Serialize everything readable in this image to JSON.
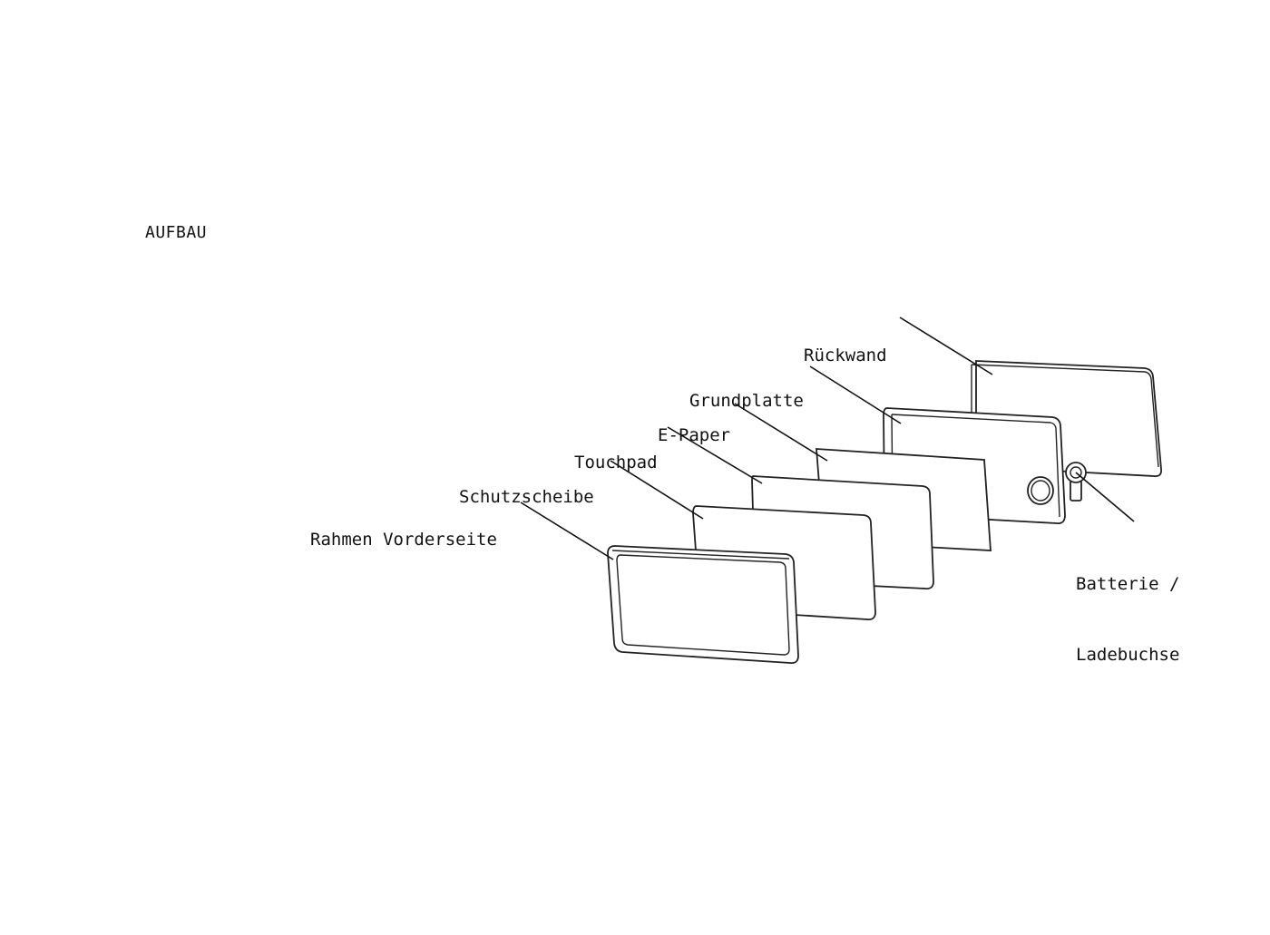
{
  "diagram": {
    "title": "AUFBAU",
    "parts": [
      {
        "id": "rahmen",
        "label_lines": [
          "Rahmen Vorderseite"
        ]
      },
      {
        "id": "schutzscheibe",
        "label_lines": [
          "Schutzscheibe"
        ]
      },
      {
        "id": "touchpad",
        "label_lines": [
          "Touchpad"
        ]
      },
      {
        "id": "epaper",
        "label_lines": [
          "E-Paper"
        ]
      },
      {
        "id": "grundplatte",
        "label_lines": [
          "Grundplatte"
        ]
      },
      {
        "id": "rueckwand",
        "label_lines": [
          "Rückwand"
        ]
      },
      {
        "id": "batterie",
        "label_lines": [
          "Batterie /",
          "Ladebuchse"
        ]
      }
    ],
    "colors": {
      "line": "#111111",
      "background": "#ffffff"
    }
  }
}
